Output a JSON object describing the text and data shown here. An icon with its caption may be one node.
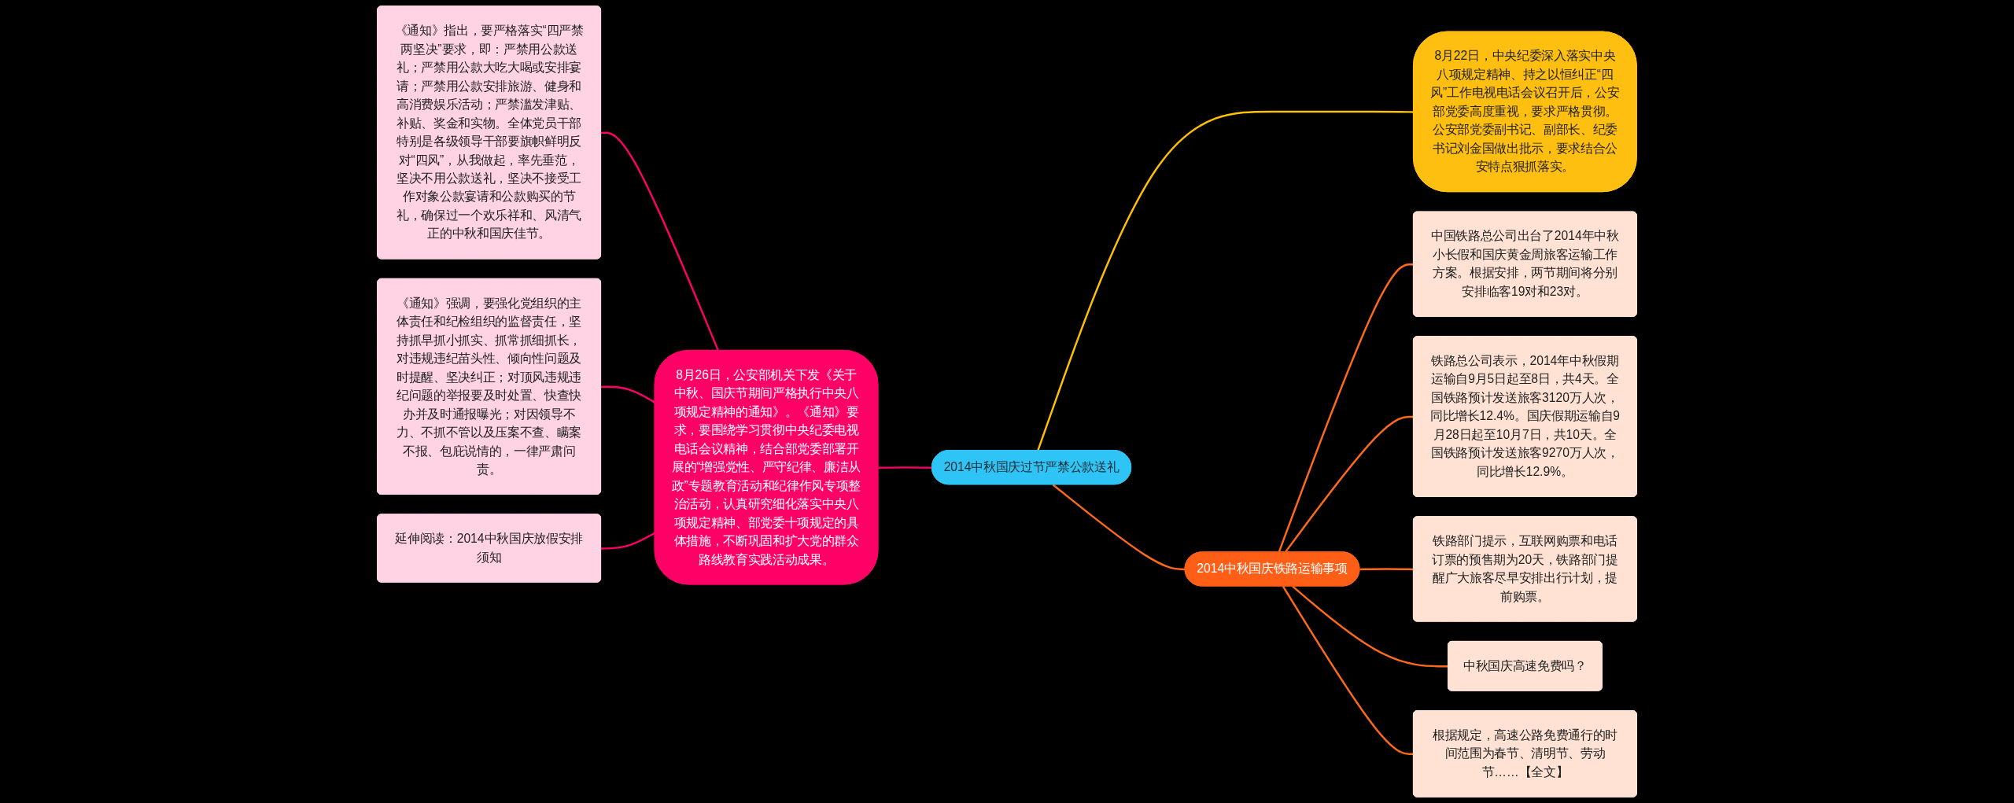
{
  "diagram": {
    "nodes": [
      {
        "text": [
          "2014中秋国庆过节严禁公款送礼"
        ]
      },
      {
        "text": [
          "8月26日，公安部机关下发《关于中秋、国庆节期间严格执行中央八项规定精神的通知》。《通知》要求，要围绕学习贯彻中央纪委电视电话会议精神，结合部党委部署开展的“增强党性、严守纪律、廉洁从政”专题教育活动和纪律作风专项整治活动，认真研究细化落实中央八项规定精神、部党委十项规定的具体措施，不断巩固和扩大党的群众路线教育实践活动成果。"
        ]
      },
      {
        "text": [
          "《通知》指出，要严格落实“四严禁两坚决”要求，即：严禁用公款送礼；严禁用公款大吃大喝或安排宴请；严禁用公款安排旅游、健身和高消费娱乐活动；严禁滥发津贴、补贴、奖金和实物。全体党员干部特别是各级领导干部要旗帜鲜明反对“四风”，从我做起，率先垂范，坚决不用公款送礼，坚决不接受工作对象公款宴请和公款购买的节礼，确保过一个欢乐祥和、风清气正的中秋和国庆佳节。"
        ]
      },
      {
        "text": [
          "《通知》强调，要强化党组织的主体责任和纪检组织的监督责任，坚持抓早抓小抓实、抓常抓细抓长，对违规违纪苗头性、倾向性问题及时提醒、坚决纠正；对顶风违规违纪问题的举报要及时处置、快查快办并及时通报曝光；对因领导不力、不抓不管以及压案不查、瞒案不报、包庇说情的，一律严肃问责。"
        ]
      },
      {
        "text": [
          "延伸阅读：2014中秋国庆放假安排须知"
        ]
      },
      {
        "text": [
          "8月22日，中央纪委深入落实中央八项规定精神、持之以恒纠正“四风”工作电视电话会议召开后，公安部党委高度重视，要求严格贯彻。公安部党委副书记、副部长、纪委书记刘金国做出批示，要求结合公安特点狠抓落实。"
        ]
      },
      {
        "text": [
          "2014中秋国庆铁路运输事项"
        ]
      },
      {
        "text": [
          "中国铁路总公司出台了2014年中秋小长假和国庆黄金周旅客运输工作方案。根据安排，两节期间将分别安排临客19对和23对。"
        ]
      },
      {
        "text": [
          "铁路总公司表示，2014年中秋假期运输自9月5日起至8日，共4天。全国铁路预计发送旅客3120万人次，同比增长12.4%。国庆假期运输自9月28日起至10月7日，共10天。全国铁路预计发送旅客9270万人次，同比增长12.9%。"
        ]
      },
      {
        "text": [
          "铁路部门提示，互联网购票和电话订票的预售期为20天，铁路部门提醒广大旅客尽早安排出行计划，提前购票。"
        ]
      },
      {
        "text": [
          "中秋国庆高速免费吗？"
        ]
      },
      {
        "text": [
          "根据规定，高速公路免费通行的时间范围为春节、清明节、劳动节……【全文】"
        ]
      }
    ],
    "edges": [
      {
        "from": 2,
        "to": 1,
        "arrow": "none",
        "color": "#ff0066"
      },
      {
        "from": 3,
        "to": 1,
        "arrow": "none",
        "color": "#ff0066"
      },
      {
        "from": 4,
        "to": 1,
        "arrow": "none",
        "color": "#ff0066"
      },
      {
        "from": 1,
        "to": 0,
        "arrow": "none",
        "color": "#ff0066"
      },
      {
        "from": 0,
        "to": 5,
        "arrow": "none",
        "color": "#ffc000"
      },
      {
        "from": 0,
        "to": 6,
        "arrow": "none"
      },
      {
        "from": 6,
        "to": 7,
        "arrow": "none"
      },
      {
        "from": 6,
        "to": 8,
        "arrow": "none"
      },
      {
        "from": 6,
        "to": 9,
        "arrow": "none"
      },
      {
        "from": 6,
        "to": 10,
        "arrow": "none"
      },
      {
        "from": 6,
        "to": 11,
        "arrow": "none"
      }
    ]
  }
}
